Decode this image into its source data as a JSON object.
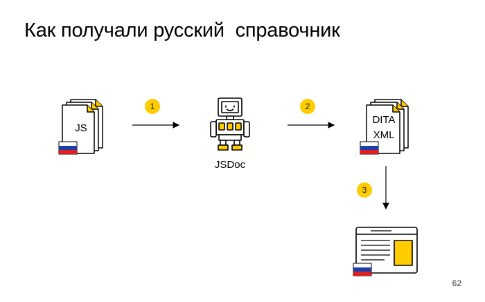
{
  "slide": {
    "title": "Как получали русский  справочник",
    "page_number": "62"
  },
  "nodes": {
    "source": {
      "label": "JS",
      "flag_icon": "russian-flag-icon",
      "icon": "document-stack-icon"
    },
    "tool": {
      "label": "JSDoc",
      "icon": "robot-icon"
    },
    "output": {
      "label_line1": "DITA",
      "label_line2": "XML",
      "flag_icon": "russian-flag-icon",
      "icon": "document-stack-icon"
    },
    "site": {
      "icon": "browser-window-icon",
      "flag_icon": "russian-flag-icon"
    }
  },
  "steps": [
    {
      "number": "1"
    },
    {
      "number": "2"
    },
    {
      "number": "3"
    }
  ],
  "colors": {
    "accent": "#FFCC00",
    "stroke": "#000000",
    "flag_white": "#ffffff",
    "flag_blue": "#1C3FAA",
    "flag_red": "#E02020"
  }
}
